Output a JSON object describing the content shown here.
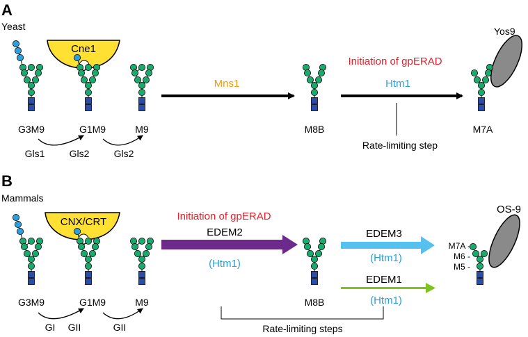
{
  "panel_a": {
    "letter": "A",
    "organism": "Yeast",
    "lectin": "Cne1",
    "receptor": "Yos9",
    "glycans": [
      "G3M9",
      "G1M9",
      "M9",
      "M8B",
      "M7A"
    ],
    "enzymes_below": [
      "Gls1",
      "Gls2",
      "Gls2"
    ],
    "arrow1_label": "Mns1",
    "initiation": "Initiation of gpERAD",
    "arrow2_label": "Htm1",
    "rate_step": "Rate-limiting step"
  },
  "panel_b": {
    "letter": "B",
    "organism": "Mammals",
    "lectin": "CNX/CRT",
    "receptor": "OS-9",
    "glycans": [
      "G3M9",
      "G1M9",
      "M9",
      "M8B"
    ],
    "enzymes_below": [
      "GI",
      "GII",
      "GII"
    ],
    "initiation": "Initiation of gpERAD",
    "edem2": "EDEM2",
    "edem2_sub": "(Htm1)",
    "edem3": "EDEM3",
    "edem3_sub": "(Htm1)",
    "edem1": "EDEM1",
    "edem1_sub": "(Htm1)",
    "side_labels": [
      "M7A -",
      "M6 -",
      "M5 -"
    ],
    "rate_steps": "Rate-limiting steps"
  },
  "colors": {
    "mannose": "#1aaa6e",
    "glucose": "#2aa0dc",
    "glcnac": "#2b4ea2",
    "lectin": "#ffe033",
    "receptor": "#8a8a8a",
    "red": "#e8212a",
    "orange": "#f29b0c",
    "cyan": "#2aa0dc",
    "purple": "#6b2a8c",
    "lightblue": "#55c1ee",
    "green": "#7fc41c"
  }
}
